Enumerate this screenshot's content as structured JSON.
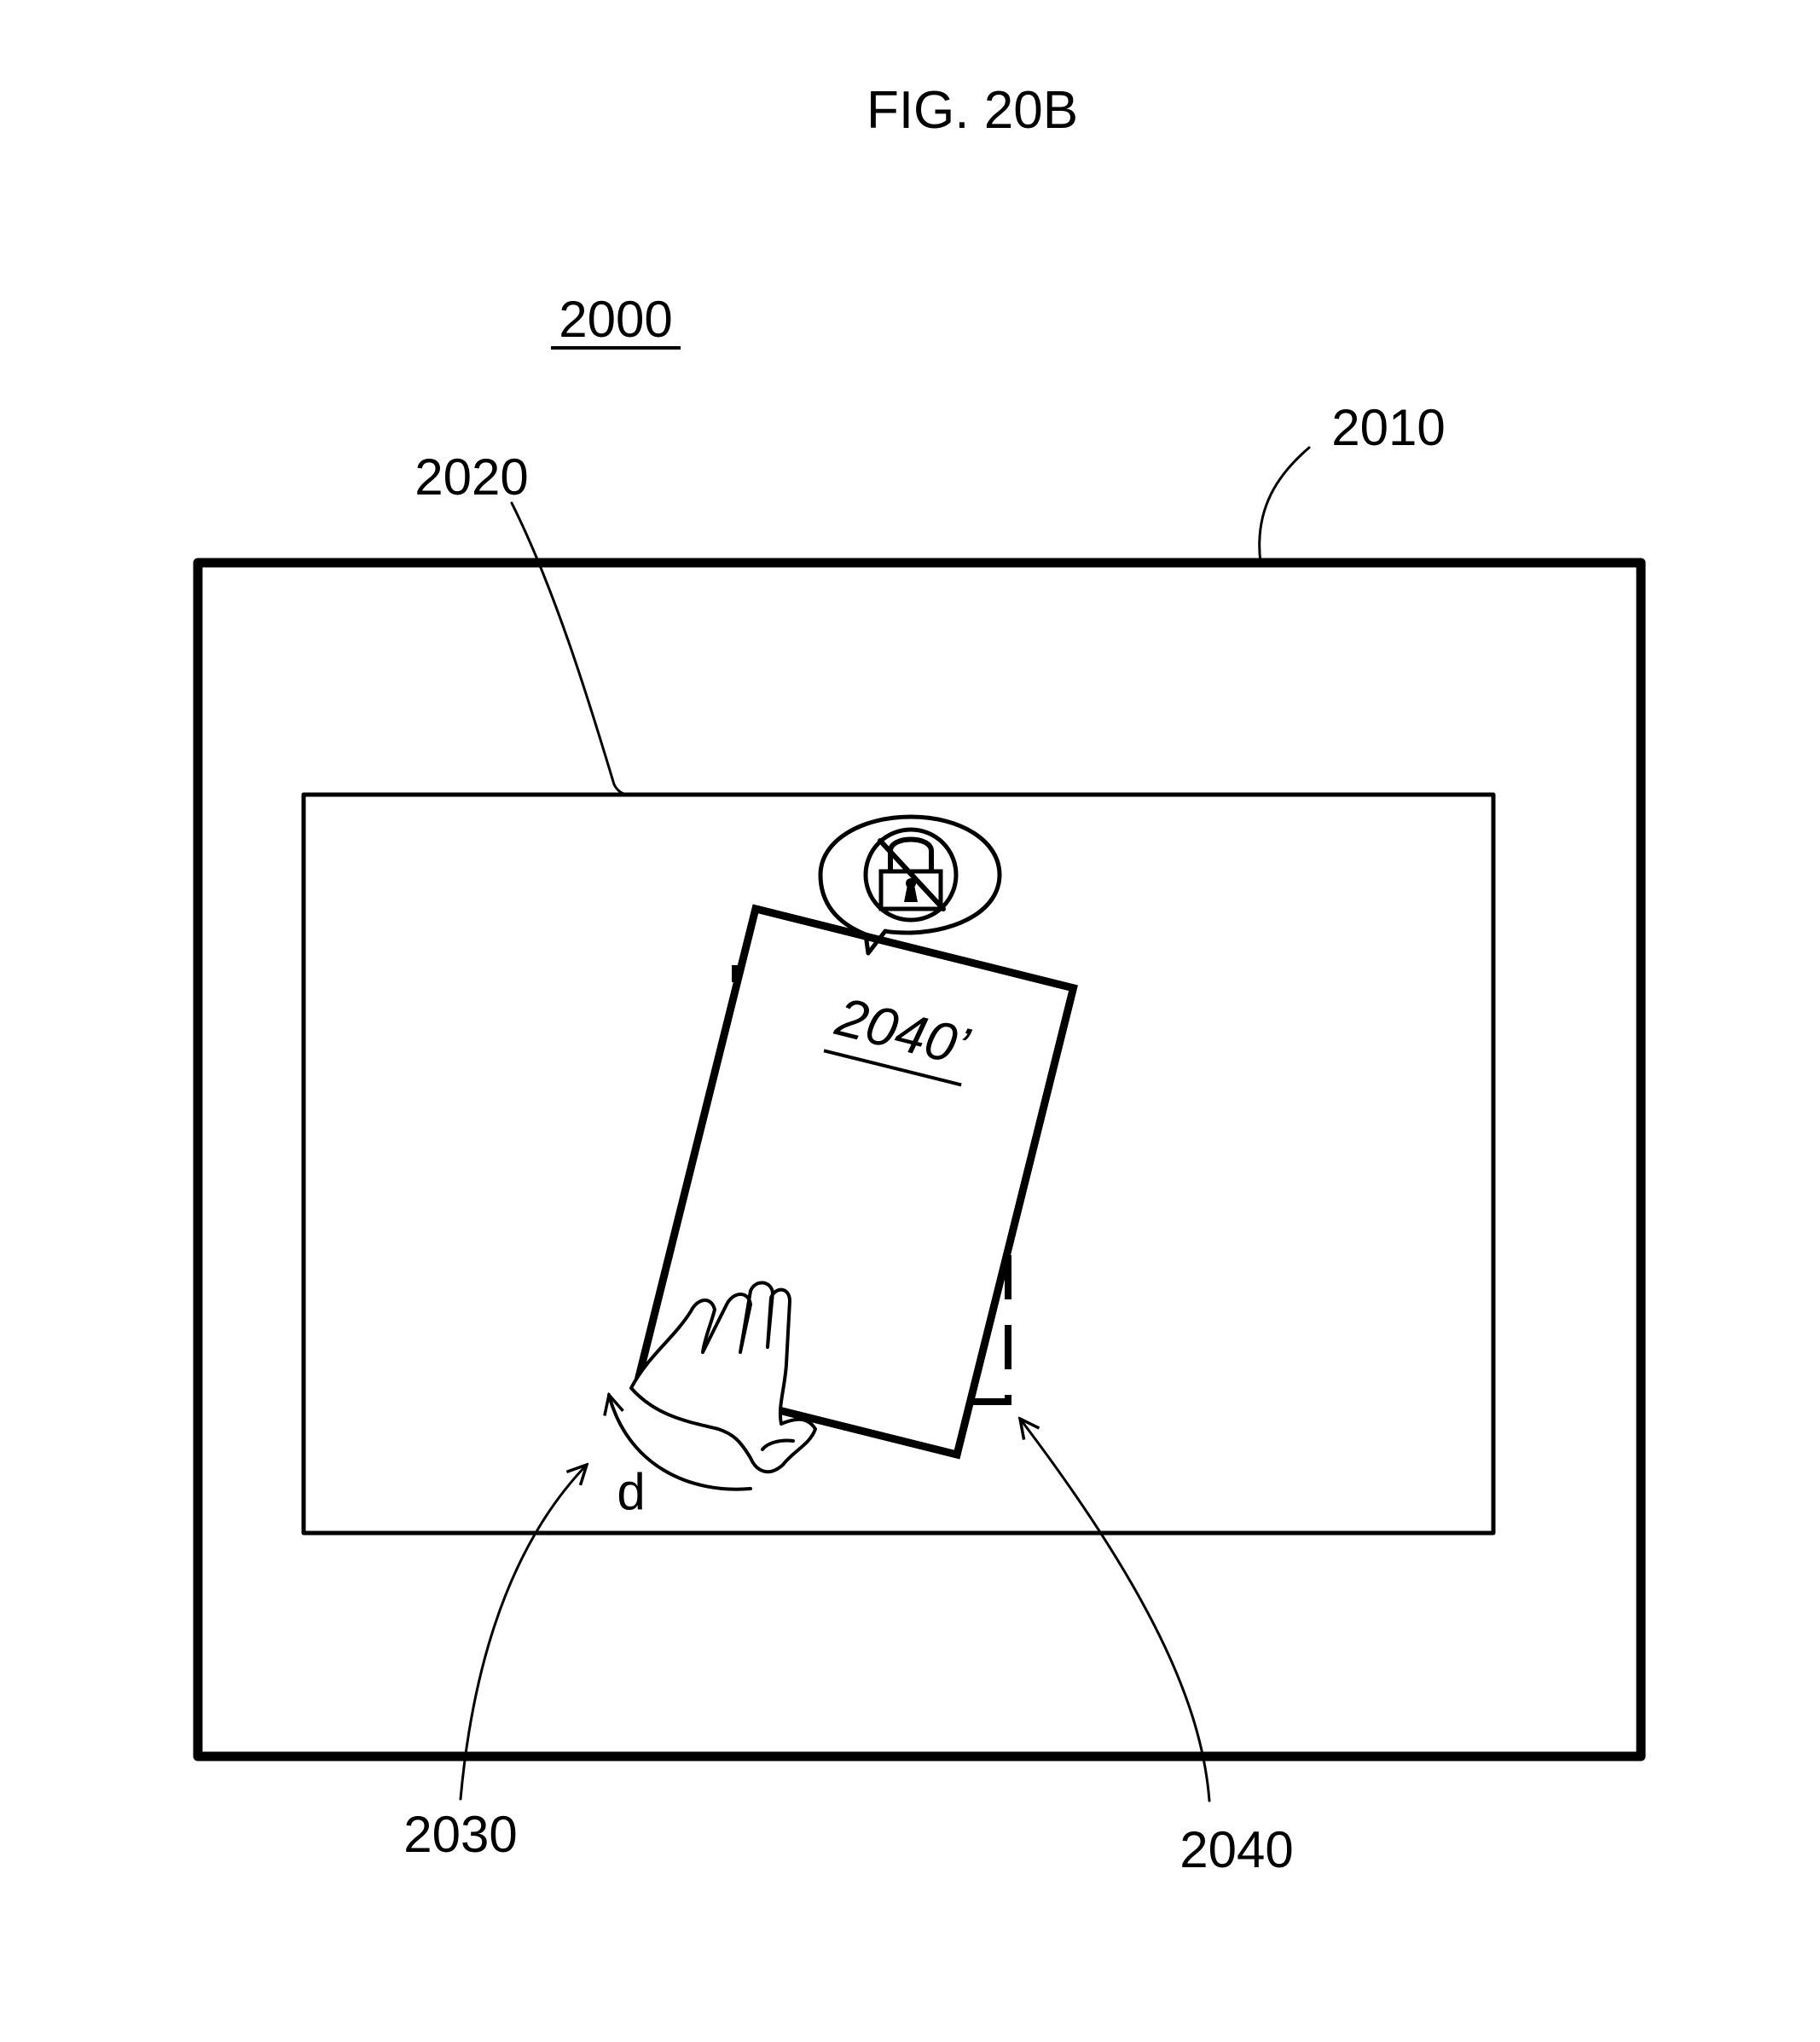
{
  "figure": {
    "title": "FIG. 20B",
    "ref_system": "2000",
    "ref_outer_frame": "2010",
    "ref_display_area": "2020",
    "ref_hand": "2030",
    "ref_original_object": "2040",
    "ref_moved_object": "2040’",
    "rotation_label": "d",
    "icons": [
      "lock-prohibited-icon",
      "hand-icon"
    ]
  }
}
